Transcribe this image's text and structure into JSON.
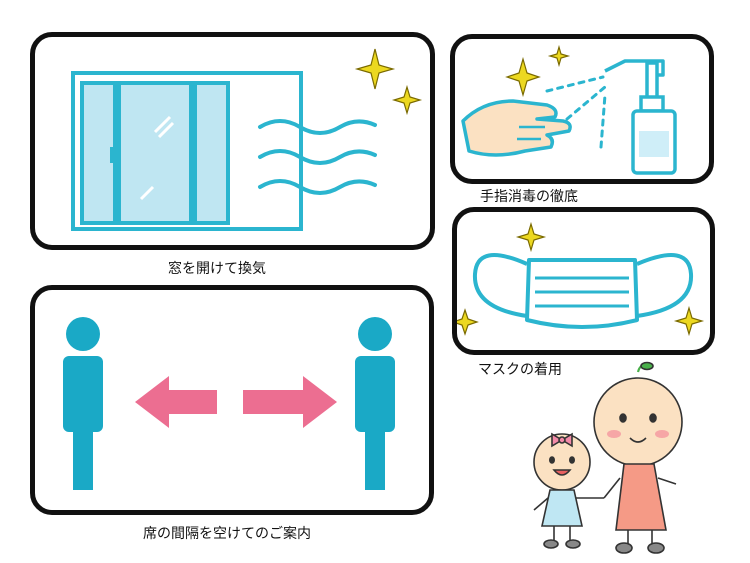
{
  "captions": {
    "ventilation": "窓を開けて換気",
    "hand_disinfection": "手指消毒の徹底",
    "mask": "マスクの着用",
    "distancing": "席の間隔を空けてのご案内"
  },
  "colors": {
    "frame": "#111111",
    "window_blue": "#2bb5cf",
    "glass": "#bfe6f2",
    "figure": "#1aa9c6",
    "arrow": "#ec6e91",
    "sparkle": "#ecd820",
    "bottle_fill": "#cfeef8",
    "skin": "#fbe1c2",
    "girl_dress": "#f59a86",
    "child_dress": "#bfe7f3",
    "ribbon": "#f38aa8",
    "leaf": "#49b04a"
  },
  "icons": [
    "window-icon",
    "wind-icon",
    "sparkle-icon",
    "hand-icon",
    "spray-bottle-icon",
    "mask-icon",
    "person-icon",
    "arrow-left-icon",
    "arrow-right-icon",
    "children-illustration"
  ]
}
